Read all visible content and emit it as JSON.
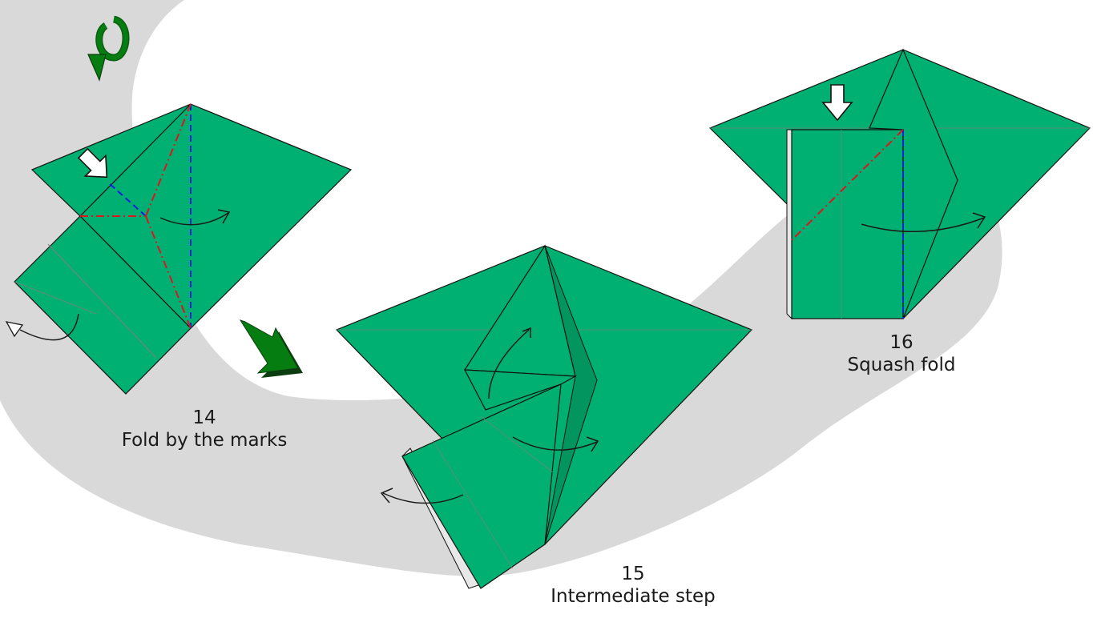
{
  "steps": [
    {
      "number": "14",
      "caption": "Fold by the marks"
    },
    {
      "number": "15",
      "caption": "Intermediate step"
    },
    {
      "number": "16",
      "caption": "Squash fold"
    }
  ],
  "colors": {
    "paper": "#00b072",
    "paper_dark": "#02955f",
    "paper_back": "#e8e8e8",
    "path_band": "#d9d9d9",
    "valley_fold": "#0a1ee0",
    "mountain_fold": "#e0141e",
    "arrow_green": "#067d10",
    "edge": "#101010"
  },
  "icons": [
    "flip-over-icon",
    "push-arrow-icon",
    "turn-arrow-icon",
    "next-step-arrow-icon"
  ]
}
